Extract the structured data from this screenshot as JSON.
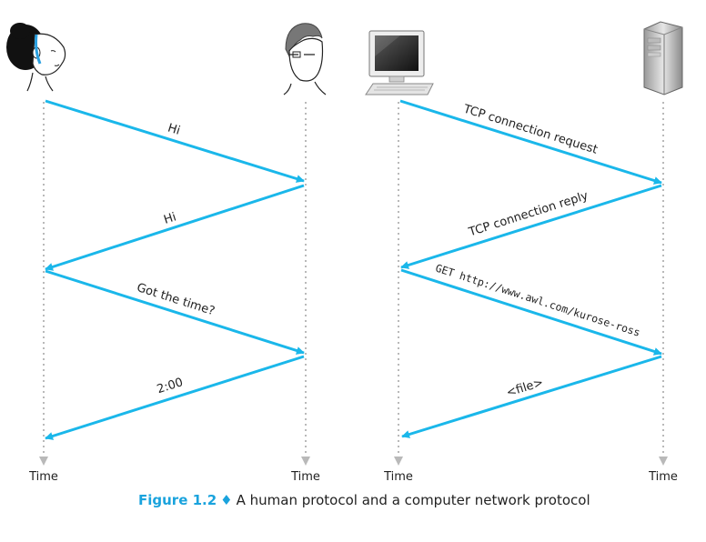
{
  "colors": {
    "arrow": "#1ab7ea",
    "timeline": "#b9b9b9",
    "caption_accent": "#1aa3dd"
  },
  "participants": [
    {
      "icon": "woman-icon"
    },
    {
      "icon": "man-icon"
    },
    {
      "icon": "desktop-computer-icon"
    },
    {
      "icon": "server-tower-icon"
    }
  ],
  "time_labels": [
    "Time",
    "Time",
    "Time",
    "Time"
  ],
  "messages": {
    "human": [
      "Hi",
      "Hi",
      "Got the time?",
      "2:00"
    ],
    "network": [
      "TCP connection request",
      "TCP connection reply",
      "GET http://www.awl.com/kurose-ross",
      "<file>"
    ]
  },
  "caption": {
    "figure_label": "Figure 1.2",
    "separator": "♦",
    "text": "A human protocol and a computer network protocol"
  }
}
